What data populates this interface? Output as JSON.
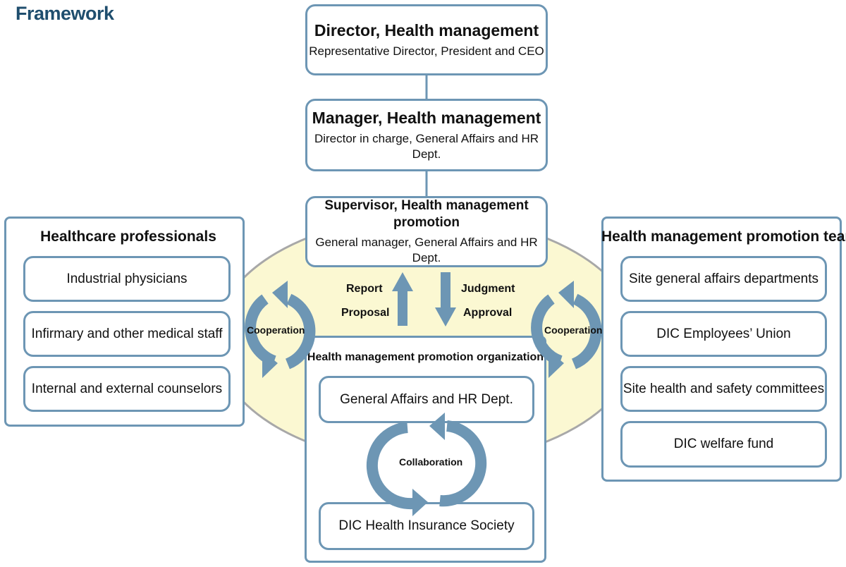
{
  "title": "Framework",
  "director": {
    "title": "Director, Health management",
    "subtitle": "Representative Director, President and CEO"
  },
  "manager": {
    "title": "Manager, Health management",
    "subtitle": "Director in charge, General Affairs and HR Dept."
  },
  "supervisor": {
    "title": "Supervisor, Health management promotion",
    "subtitle": "General manager, General Affairs and HR Dept."
  },
  "flow": {
    "up_labels": [
      "Report",
      "Proposal"
    ],
    "down_labels": [
      "Judgment",
      "Approval"
    ]
  },
  "organization": {
    "title": "Health management promotion organization",
    "top_box": "General Affairs and HR Dept.",
    "bottom_box": "DIC Health Insurance Society",
    "cycle_label": "Collaboration"
  },
  "left_panel": {
    "title": "Healthcare professionals",
    "items": [
      "Industrial physicians",
      "Infirmary and other medical staff",
      "Internal and external counselors"
    ],
    "cycle_label": "Cooperation"
  },
  "right_panel": {
    "title": "Health management promotion team",
    "items": [
      "Site general affairs departments",
      "DIC Employees’ Union",
      "Site health and safety committees",
      "DIC welfare fund"
    ],
    "cycle_label": "Cooperation"
  },
  "colors": {
    "border": "#6d96b4",
    "arrow": "#6d96b4",
    "ellipse_fill": "#fbf8d2",
    "ellipse_stroke": "#a8a8a8",
    "title": "#1f4e6e"
  }
}
